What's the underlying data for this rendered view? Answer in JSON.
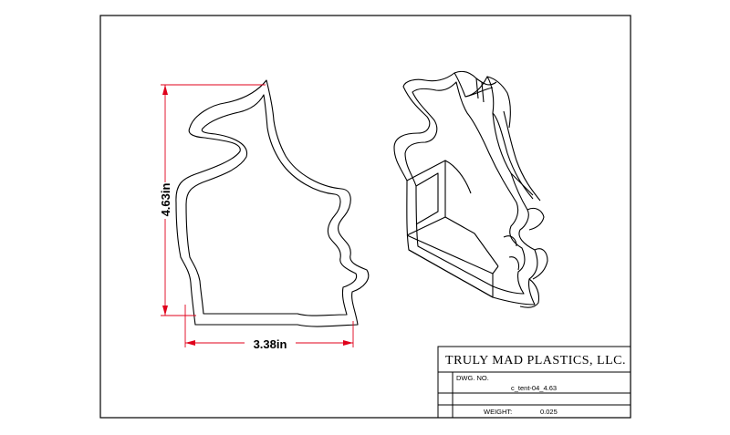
{
  "dimensions": {
    "height_label": "4.63in",
    "width_label": "3.38in",
    "dimension_color": "#e0001b"
  },
  "title_block": {
    "company": "TRULY MAD PLASTICS, LLC.",
    "dwg_no_label": "DWG. NO.",
    "dwg_no_value": "c_tent-04_4.63",
    "weight_label": "WEIGHT:",
    "weight_value": "0.025"
  },
  "icons": {
    "front_view": "tent-cutter-outline-icon",
    "iso_view": "tent-cutter-isometric-icon"
  }
}
